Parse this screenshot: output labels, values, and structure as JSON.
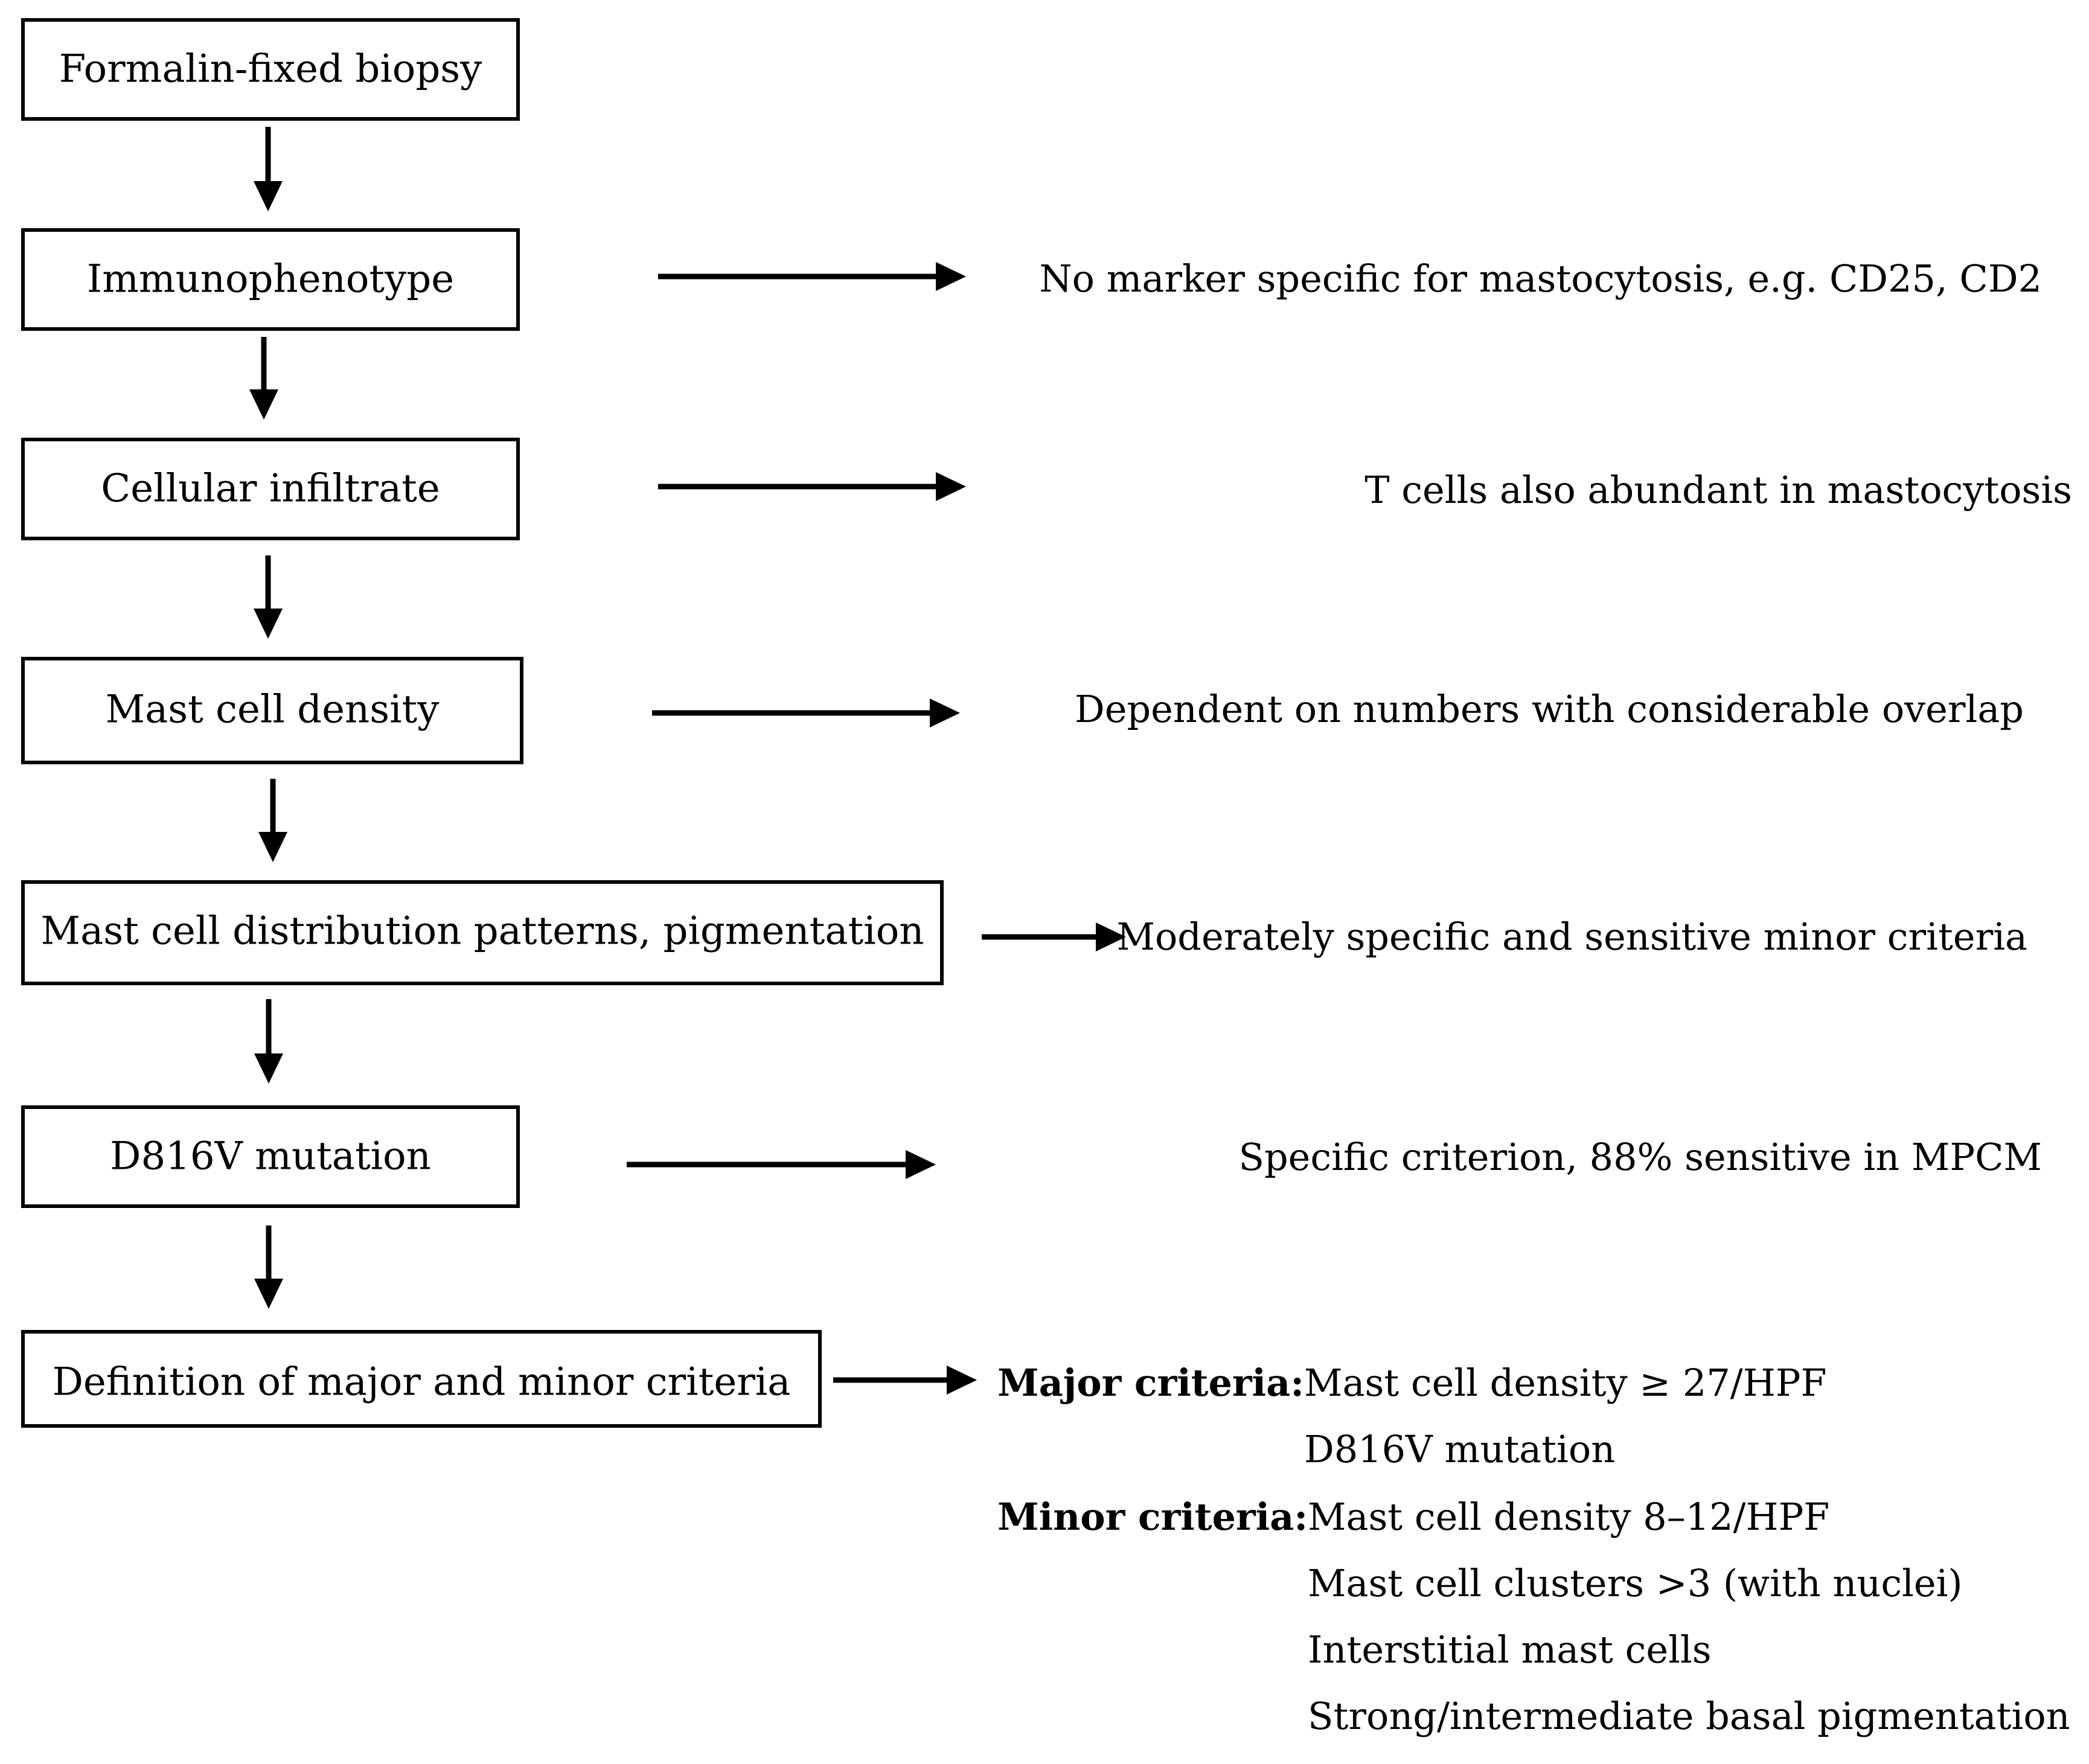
{
  "steps": [
    {
      "label": "Formalin-fixed biopsy"
    },
    {
      "label": "Immunophenotype",
      "note": "No marker specific for mastocytosis, e.g. CD25, CD2"
    },
    {
      "label": "Cellular infiltrate",
      "note": "T cells also abundant in mastocytosis"
    },
    {
      "label": "Mast cell density",
      "note": "Dependent on numbers with considerable overlap"
    },
    {
      "label": "Mast cell distribution patterns, pigmentation",
      "note": "Moderately specific and sensitive minor criteria"
    },
    {
      "label": "D816V mutation",
      "note": "Specific criterion, 88% sensitive in MPCM"
    },
    {
      "label": "Definition of major and minor criteria"
    }
  ],
  "criteria": {
    "major_heading": "Major criteria:",
    "major_items": [
      "Mast cell density ≥ 27/HPF",
      "D816V mutation"
    ],
    "minor_heading": "Minor criteria:",
    "minor_items": [
      "Mast cell density 8–12/HPF",
      "Mast cell clusters >3 (with nuclei)",
      "Interstitial mast cells",
      "Strong/intermediate basal pigmentation"
    ]
  }
}
